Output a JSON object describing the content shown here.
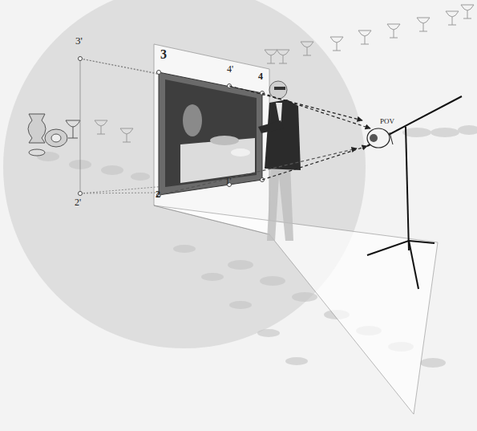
{
  "diagram": {
    "labels": [
      "3'",
      "3",
      "4'",
      "4",
      "2",
      "1'",
      "2'",
      "POV"
    ]
  }
}
